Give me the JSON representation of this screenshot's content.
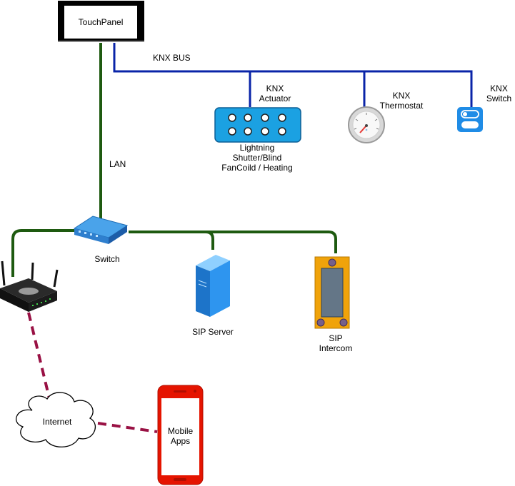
{
  "colors": {
    "knx_bus": "#0a24a8",
    "lan": "#1e5a10",
    "internet_link": "#991144",
    "actuator_fill": "#1ba1e2",
    "mobile_frame": "#e51400",
    "intercom_fill": "#f0a30a",
    "server_blue": "#1e90e8"
  },
  "touchpanel": {
    "label": "TouchPanel"
  },
  "knx_bus": {
    "label": "KNX BUS"
  },
  "lan": {
    "label": "LAN"
  },
  "knx_actuator": {
    "title_line1": "KNX",
    "title_line2": "Actuator",
    "caption_line1": "Lightning",
    "caption_line2": "Shutter/Blind",
    "caption_line3": "FanCoild / Heating"
  },
  "knx_thermostat": {
    "title_line1": "KNX",
    "title_line2": "Thermostat"
  },
  "knx_switch": {
    "title_line1": "KNX",
    "title_line2": "Switch"
  },
  "switch": {
    "label": "Switch"
  },
  "sip_server": {
    "label": "SIP Server"
  },
  "sip_intercom": {
    "label_line1": "SIP",
    "label_line2": "Intercom"
  },
  "internet": {
    "label": "Internet"
  },
  "mobile": {
    "label_line1": "Mobile",
    "label_line2": "Apps"
  },
  "icons": [
    "touchpanel-icon",
    "actuator-icon",
    "thermostat-icon",
    "toggle-switch-icon",
    "network-switch-icon",
    "router-icon",
    "server-icon",
    "intercom-icon",
    "cloud-icon",
    "smartphone-icon"
  ]
}
